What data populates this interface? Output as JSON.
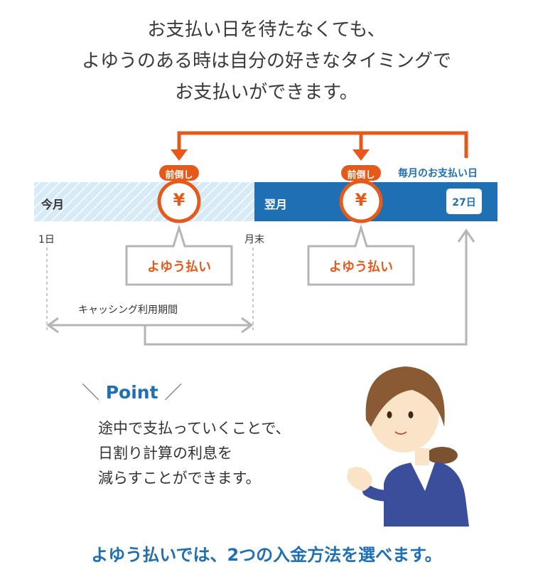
{
  "headline": {
    "line1": "お支払い日を待たなくても、",
    "line2": "よゆうのある時は自分の好きなタイミングで",
    "line3": "お支払いができます。"
  },
  "timeline": {
    "this_month_label": "今月",
    "next_month_label": "翌月",
    "payment_day_caption": "毎月のお支払い日",
    "payment_day_value": "27日",
    "start_day_label": "1日",
    "month_end_label": "月末",
    "early_badge_label": "前倒し",
    "yen_symbol": "¥",
    "early_payment_callout": "よゆう払い",
    "cashing_period_label": "キャッシング利用期間"
  },
  "point": {
    "title": "Point",
    "line1": "途中で支払っていくことで、",
    "line2": "日割り計算の利息を",
    "line3": "減らすことができます。"
  },
  "footer": {
    "text": "よゆう払いでは、2つの入金方法を選べます。"
  },
  "colors": {
    "accent_orange": "#e55a1b",
    "brand_blue": "#1f6fb5",
    "light_blue": "#d6eaf8",
    "gray_line": "#b5b5b5"
  }
}
